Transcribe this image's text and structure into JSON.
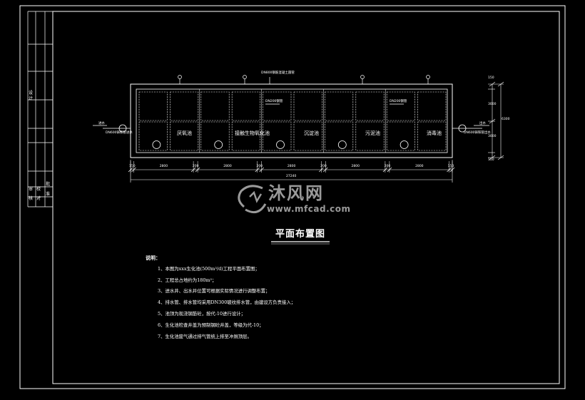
{
  "drawing": {
    "title": "平面布置图",
    "total_length_label": "27240",
    "left_pipe_tag": "进水",
    "right_pipe_tag": "出水",
    "left_pipe_note": "DN600铸铁管进水",
    "right_pipe_note": "DN600铸铁管出水",
    "top_labels": {
      "callout1": "DN800钢筋混凝土圆管",
      "callout2": "DN200钢管",
      "callout3": "DN200钢管"
    },
    "compartments": [
      "厌氧池",
      "接触生物氧化池",
      "沉淀池",
      "污泥池",
      "消毒池"
    ],
    "bottom_dims": [
      "150",
      "2800",
      "200",
      "2800",
      "200",
      "2800",
      "200",
      "2800",
      "200",
      "2800",
      "150"
    ],
    "right_dims": [
      "150",
      "3000",
      "3000",
      "150"
    ],
    "right_total": "6300",
    "title_block": {
      "col_a": [
        "设",
        "计"
      ],
      "col_b": [
        "审",
        "核"
      ],
      "col_c": [
        "校",
        "对",
        "批",
        "准"
      ]
    }
  },
  "notes": {
    "heading": "说明：",
    "items": [
      "1、本图为xxx生化池(500m³/d)工程平面布置图；",
      "2、工程总占地约为180m²；",
      "3、进水井、出水井位置可根据实际情况进行调整布置；",
      "4、排水管、排水管均采用DN300玻纹排水管，由建设方负责接入；",
      "5、池顶为现浇钢筋砼，按代-10进行设计；",
      "6、生化池检查井盖为预制钢砼井盖，等级为代-10；",
      "7、生化池废气通过排气管统上排至冲厕顶层。"
    ]
  },
  "watermark": {
    "cn": "沐风网",
    "url": "www.mfcad.com"
  }
}
